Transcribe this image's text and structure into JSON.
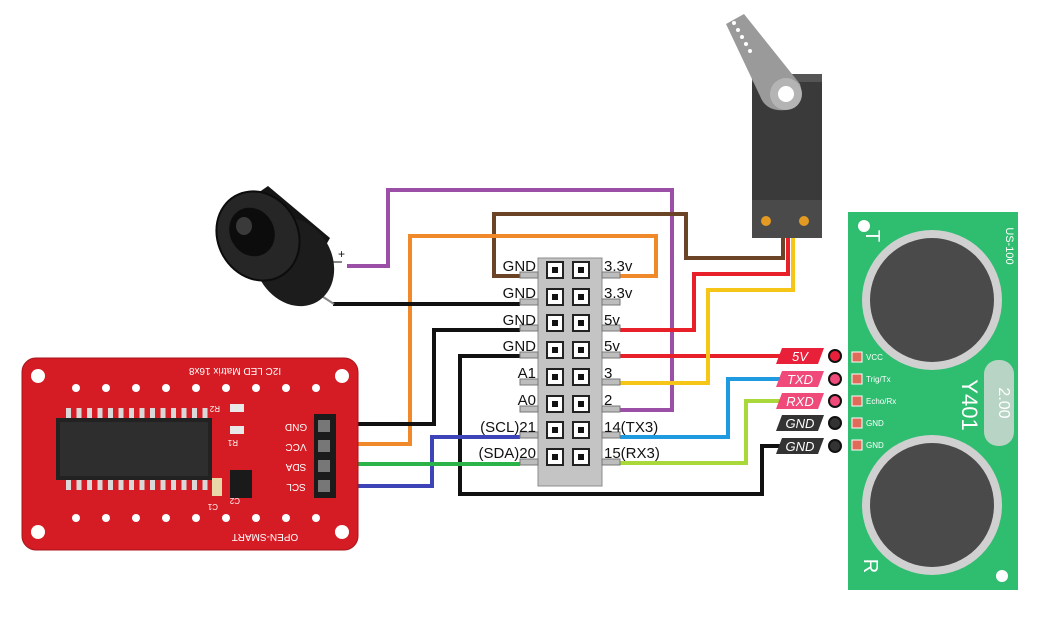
{
  "header_pins": {
    "left": [
      "GND",
      "GND",
      "GND",
      "GND",
      "A1",
      "A0",
      "(SCL)21",
      "(SDA)20"
    ],
    "right": [
      "3.3v",
      "3.3v",
      "5v",
      "5v",
      "3",
      "2",
      "14(TX3)",
      "15(RX3)"
    ]
  },
  "led_matrix": {
    "title": "I2C LED Matrix 16x8",
    "brand": "OPEN-SMART",
    "pins": [
      "GND",
      "VCC",
      "SDA",
      "SCL"
    ],
    "components": [
      "R2",
      "R1",
      "C1",
      "C2"
    ]
  },
  "buzzer": {
    "plus_label": "+"
  },
  "ultrasonic": {
    "model_top": "US-100",
    "model_side": "Y401",
    "version": "2.00",
    "t_label": "T",
    "r_label": "R",
    "pins": [
      "VCC",
      "Trig/Tx",
      "Echo/Rx",
      "GND",
      "GND"
    ],
    "tags": [
      "5V",
      "TXD",
      "RXD",
      "GND",
      "GND"
    ]
  },
  "wire_colors": {
    "purple": "#9b4fa6",
    "brown": "#6b4326",
    "orange": "#f0892a",
    "black": "#111111",
    "red": "#e8202a",
    "yellow": "#f5c518",
    "blue": "#1e9be0",
    "lime": "#a8d83a",
    "indigo": "#3c44b8",
    "green": "#2bb34a",
    "pcb_red": "#d51c24"
  }
}
